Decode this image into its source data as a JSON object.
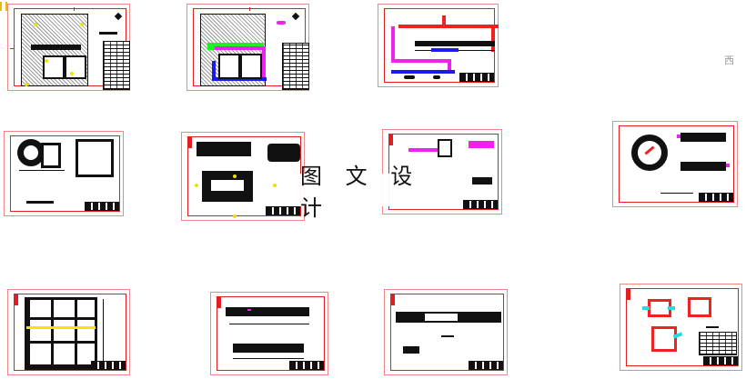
{
  "viewer": {
    "watermark_text": "图 文 设 计",
    "side_label": "西",
    "layout": "thumbnail-grid"
  },
  "sheets": [
    {
      "id": "sheet-1",
      "row": 1,
      "col": 1,
      "description": "site plan with hatched areas and yellow markers, legend table"
    },
    {
      "id": "sheet-2",
      "row": 1,
      "col": 2,
      "description": "site plan with green, magenta and blue pipe routing, legend table"
    },
    {
      "id": "sheet-3",
      "row": 1,
      "col": 3,
      "description": "process flow elevation with red, magenta and blue pipelines"
    },
    {
      "id": "sheet-4",
      "row": 2,
      "col": 1,
      "description": "circular tank plan and section"
    },
    {
      "id": "sheet-5",
      "row": 2,
      "col": 2,
      "description": "structure section and plan with yellow markers"
    },
    {
      "id": "sheet-6",
      "row": 2,
      "col": 3,
      "description": "section details with notes"
    },
    {
      "id": "sheet-7",
      "row": 2,
      "col": 4,
      "description": "circular tank plan with two sections"
    },
    {
      "id": "sheet-8",
      "row": 3,
      "col": 1,
      "description": "grid foundation plan with yellow axis line"
    },
    {
      "id": "sheet-9",
      "row": 3,
      "col": 2,
      "description": "two long elevation sections"
    },
    {
      "id": "sheet-10",
      "row": 3,
      "col": 3,
      "description": "long elevation section with notes"
    },
    {
      "id": "sheet-11",
      "row": 3,
      "col": 4,
      "description": "red frame well details with cyan rebar and schedule table"
    }
  ],
  "colors": {
    "frame_red": "#e02020",
    "pipe_magenta": "#ee22ee",
    "pipe_blue": "#1a1aee",
    "pipe_green": "#22ee22",
    "marker_yellow": "#f0e000",
    "rebar_cyan": "#22dddd"
  }
}
